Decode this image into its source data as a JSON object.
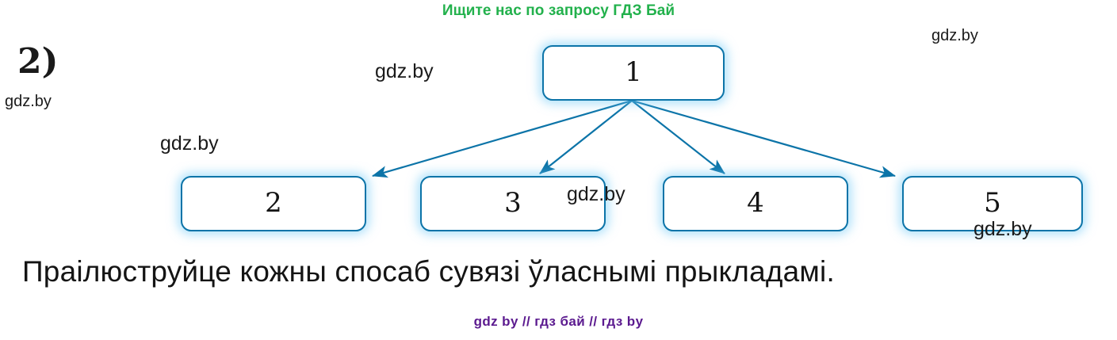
{
  "promo": {
    "top": "Ищите нас по запросу ГДЗ Бай",
    "bottom": "gdz by  //  гдз бай  //  гдз by",
    "top_color": "#22b14c",
    "bottom_color": "#5b1a8f"
  },
  "task": {
    "number": "2)",
    "sentence": "Праілюструйце кожны спосаб сувязі ўласнымі прыкладамі."
  },
  "diagram": {
    "accent_color": "#0c74a8",
    "glow_color": "#6ec8f5",
    "root": {
      "label": "1"
    },
    "children": [
      {
        "label": "2"
      },
      {
        "label": "3"
      },
      {
        "label": "4"
      },
      {
        "label": "5"
      }
    ]
  },
  "watermarks": [
    {
      "text": "gdz.by"
    },
    {
      "text": "gdz.by"
    },
    {
      "text": "gdz.by"
    },
    {
      "text": "gdz.by"
    },
    {
      "text": "gdz.by"
    },
    {
      "text": "gdz.by"
    }
  ]
}
